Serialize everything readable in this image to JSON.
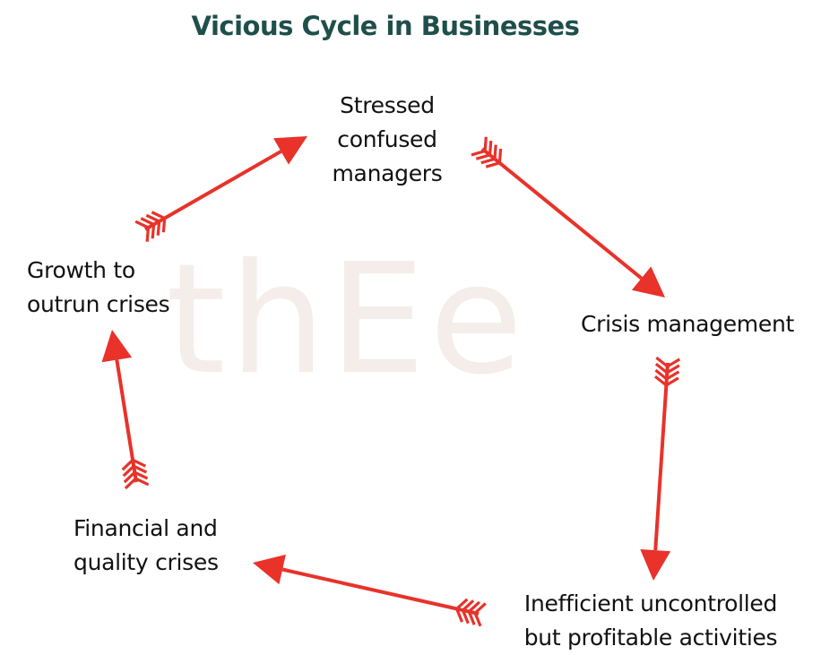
{
  "title": "Vicious Cycle in Businesses",
  "watermark": "thEe",
  "nodes": {
    "stressed": {
      "lines": [
        "Stressed",
        "confused",
        "managers"
      ]
    },
    "crisis": {
      "lines": [
        "Crisis management"
      ]
    },
    "inefficient": {
      "lines": [
        "Inefficient uncontrolled",
        "but profitable activities"
      ]
    },
    "financial": {
      "lines": [
        "Financial and",
        "quality crises"
      ]
    },
    "growth": {
      "lines": [
        "Growth to",
        "outrun crises"
      ]
    }
  },
  "edges": [
    {
      "from": "stressed",
      "to": "crisis"
    },
    {
      "from": "crisis",
      "to": "inefficient"
    },
    {
      "from": "inefficient",
      "to": "financial"
    },
    {
      "from": "financial",
      "to": "growth"
    },
    {
      "from": "growth",
      "to": "stressed"
    }
  ],
  "colors": {
    "arrow": "#e8322a",
    "title": "#1f4f4a",
    "text": "#111111"
  }
}
